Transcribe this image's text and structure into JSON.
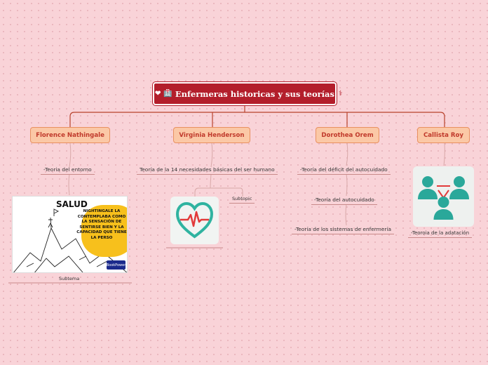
{
  "root": {
    "title": "Enfermeras historicas y sus teorías",
    "icon_left": "heart-card-icon",
    "icon_hospital": "hospital-icon",
    "icon_right": "stethoscope-icon"
  },
  "colors": {
    "root_bg": "#b31e2b",
    "main_bg": "#fbc8a6",
    "main_text": "#c0392b",
    "line": "#b8422c",
    "background": "#f9d3d8"
  },
  "branches": [
    {
      "title": "Florence Nathingale",
      "subtopics": [
        "-Teoria del entorno"
      ],
      "image_caption": "Subtema"
    },
    {
      "title": "Virginia Henderson",
      "subtopics": [
        "Teoría de la 14 necesidades básicas del ser humano",
        "Subtopic"
      ]
    },
    {
      "title": "Dorothea Orem",
      "subtopics": [
        "-Teoría del déficit del autocuidado",
        "-Teoría del autocuidado",
        "-Teoría de los sistemas de enfermería"
      ]
    },
    {
      "title": "Callista Roy",
      "subtopics": [
        "-Teoroia de la adatación"
      ]
    }
  ],
  "salud_image": {
    "title": "SALUD",
    "text": "NIGHTINGALE LA CONTEMPLABA COMO LA SENSACIÓN DE SENTIRSE BIEN Y LA CAPACIDAD QUE TIENE LA PERSO",
    "logo": "BookPower"
  }
}
